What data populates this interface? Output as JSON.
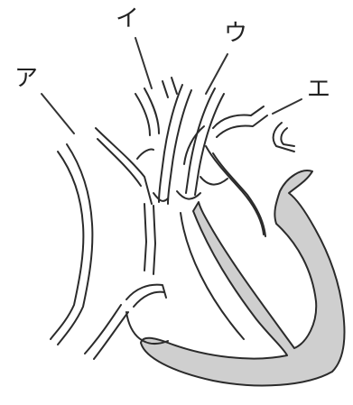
{
  "labels": {
    "a": "ア",
    "i": "イ",
    "u": "ウ",
    "e": "エ"
  },
  "colors": {
    "line": "#2b2b2b",
    "ventricle_wall_fill": "#cfcfcf",
    "background": "#ffffff"
  }
}
